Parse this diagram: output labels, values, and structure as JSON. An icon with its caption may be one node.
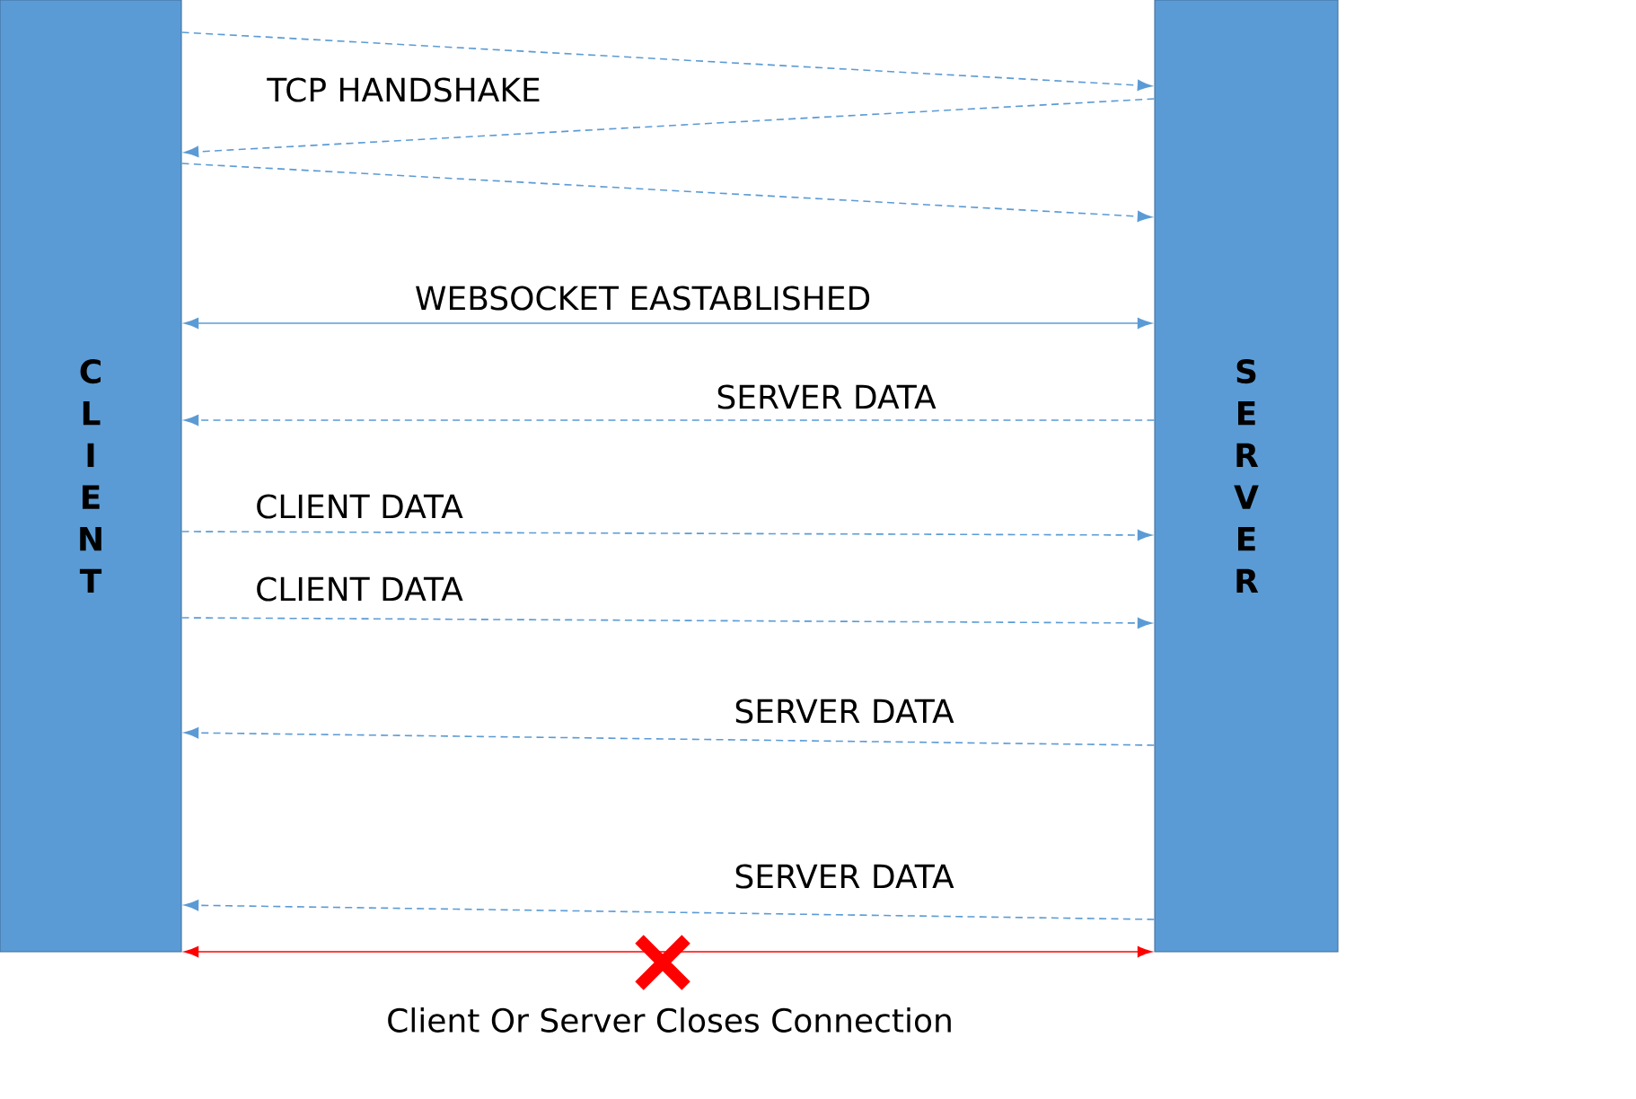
{
  "diagram": {
    "nodes": [
      {
        "text": [
          "C L I E N T"
        ]
      },
      {
        "text": [
          "S E R V E R"
        ]
      }
    ],
    "edges": [
      {
        "from": 0,
        "to": 1,
        "arrow": "to",
        "style": "dashed",
        "label": "TCP HANDSHAKE"
      },
      {
        "from": 1,
        "to": 0,
        "arrow": "to",
        "style": "dashed"
      },
      {
        "from": 0,
        "to": 1,
        "arrow": "to",
        "style": "dashed"
      },
      {
        "from": 0,
        "to": 1,
        "arrow": "both",
        "label": "WEBSOCKET EASTABLISHED"
      },
      {
        "from": 1,
        "to": 0,
        "arrow": "to",
        "style": "dashed",
        "label": "SERVER DATA"
      },
      {
        "from": 0,
        "to": 1,
        "arrow": "to",
        "style": "dashed",
        "label": "CLIENT DATA"
      },
      {
        "from": 0,
        "to": 1,
        "arrow": "to",
        "style": "dashed",
        "label": "CLIENT DATA"
      },
      {
        "from": 1,
        "to": 0,
        "arrow": "to",
        "style": "dashed",
        "label": "SERVER DATA"
      },
      {
        "from": 1,
        "to": 0,
        "arrow": "to",
        "style": "dashed",
        "label": "SERVER DATA"
      },
      {
        "from": 0,
        "to": 1,
        "arrow": "both",
        "color": "#ff0000",
        "label": "Client Or Server Closes Connection"
      }
    ]
  }
}
